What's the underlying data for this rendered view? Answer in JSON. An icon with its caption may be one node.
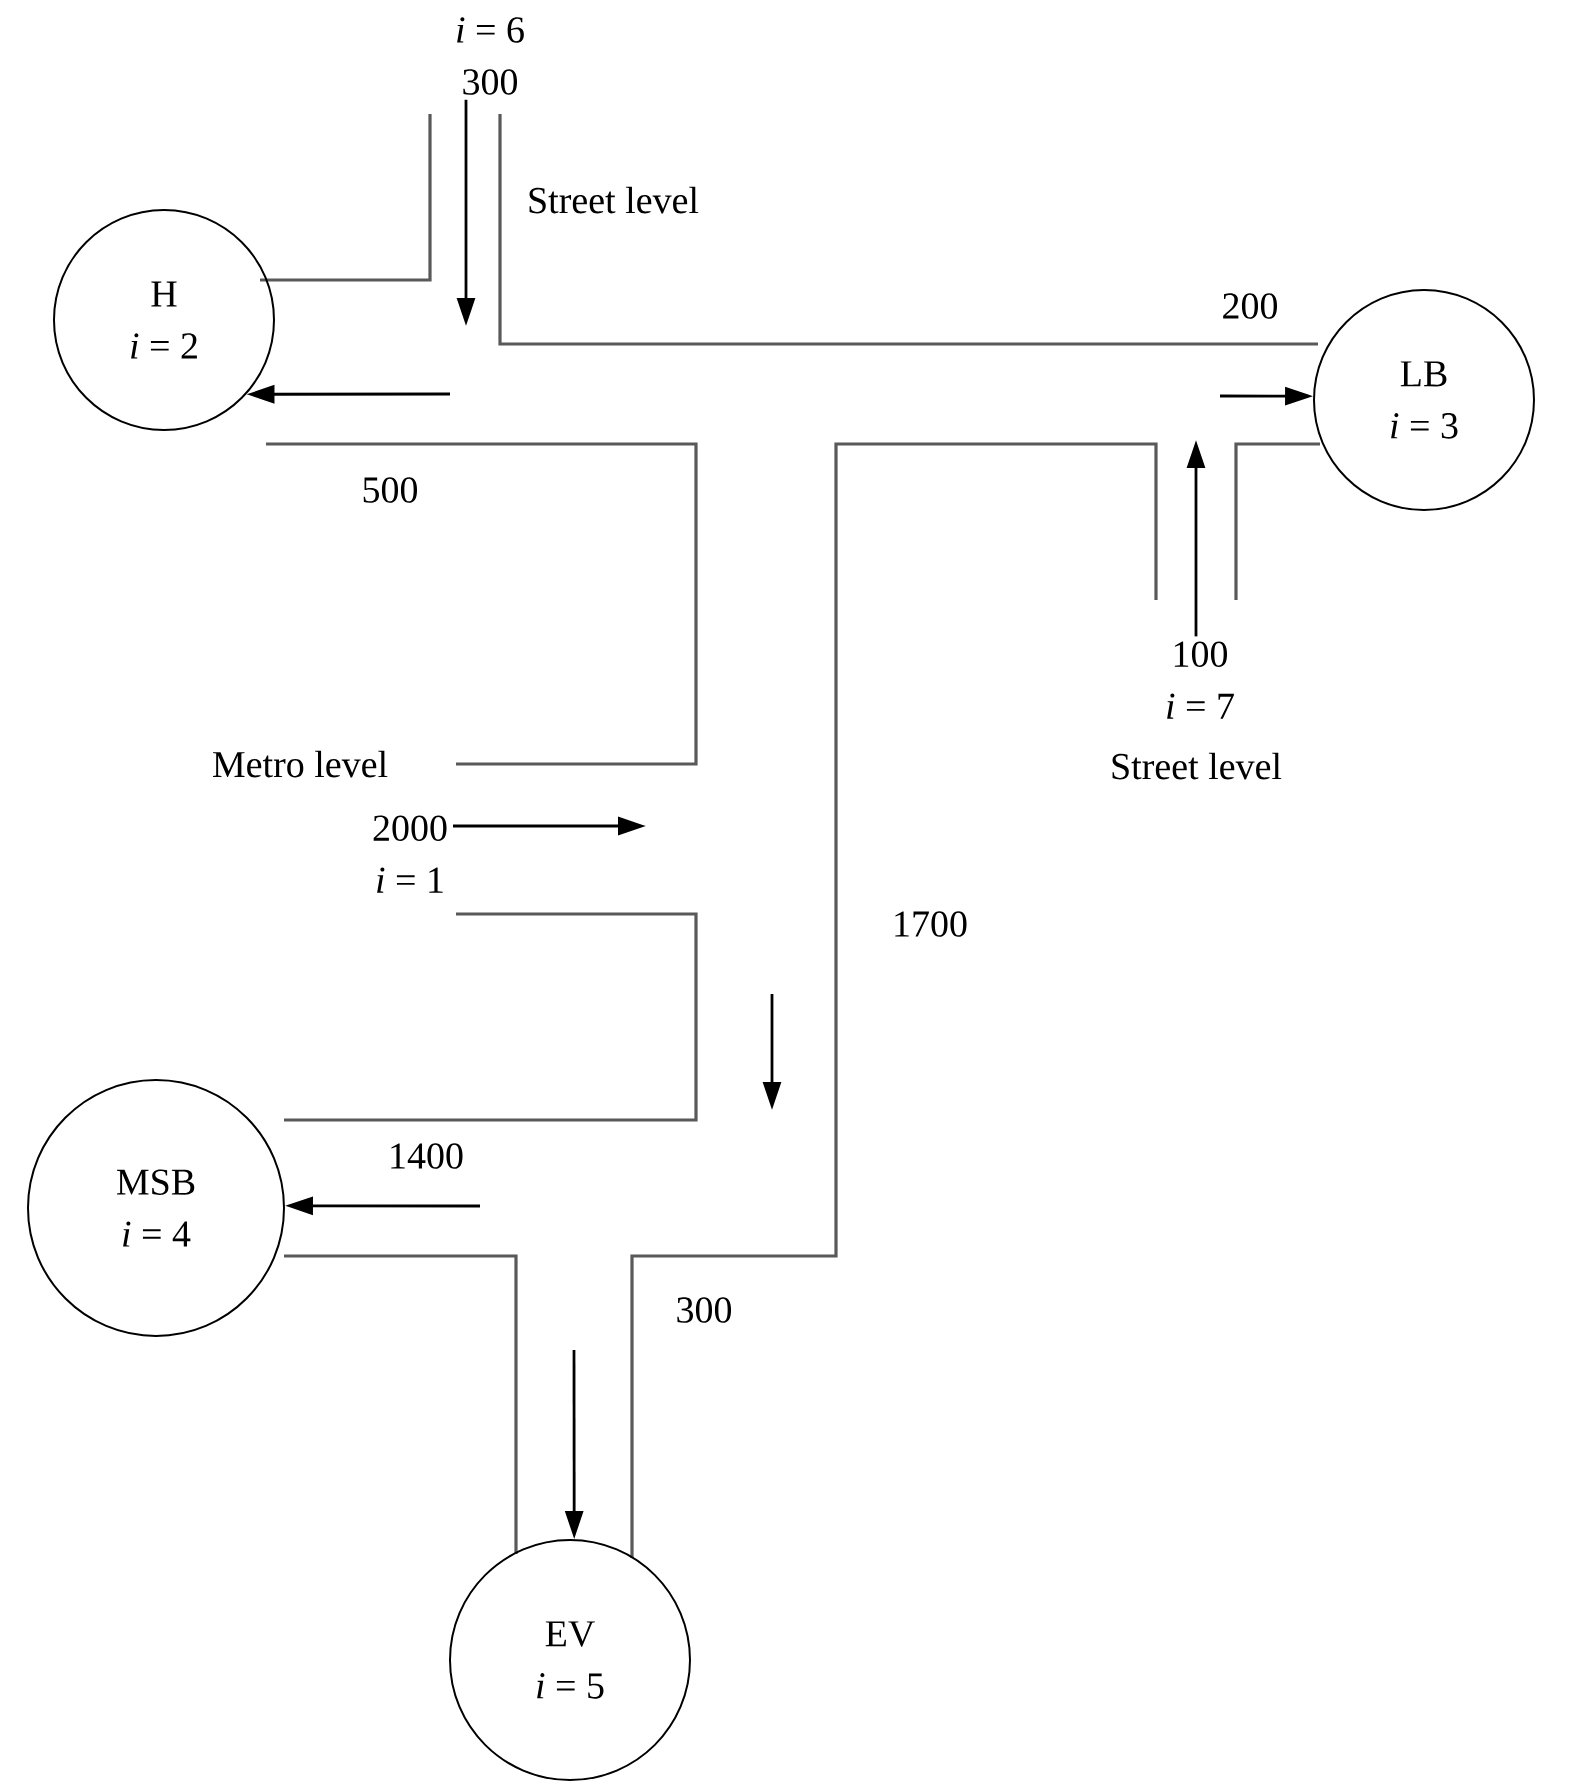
{
  "diagram": {
    "nodes": [
      {
        "text": [
          "H",
          "*i* = 2"
        ]
      },
      {
        "text": [
          "LB",
          "*i* = 3"
        ]
      },
      {
        "text": [
          "MSB",
          "*i* = 4"
        ]
      },
      {
        "text": [
          "EV",
          "*i* = 5"
        ]
      },
      {
        "text": [
          "*i* = 6",
          "300"
        ]
      },
      {
        "text": [
          "100",
          "*i* = 7"
        ]
      },
      {
        "text": [
          "2000",
          "*i* = 1"
        ]
      }
    ],
    "edges": [
      {
        "from": 4,
        "to": null,
        "arrow": "to"
      },
      {
        "from": null,
        "to": 0,
        "arrow": "to"
      },
      {
        "from": null,
        "to": 1,
        "arrow": "to"
      },
      {
        "from": 5,
        "to": null,
        "arrow": "to"
      },
      {
        "from": 6,
        "to": null,
        "arrow": "to"
      },
      {
        "from": null,
        "to": 2,
        "arrow": "to"
      },
      {
        "from": null,
        "to": 3,
        "arrow": "to"
      }
    ],
    "labels": [
      "Street level",
      "200",
      "500",
      "Street level",
      "Metro level",
      "1700",
      "1400",
      "300"
    ]
  }
}
